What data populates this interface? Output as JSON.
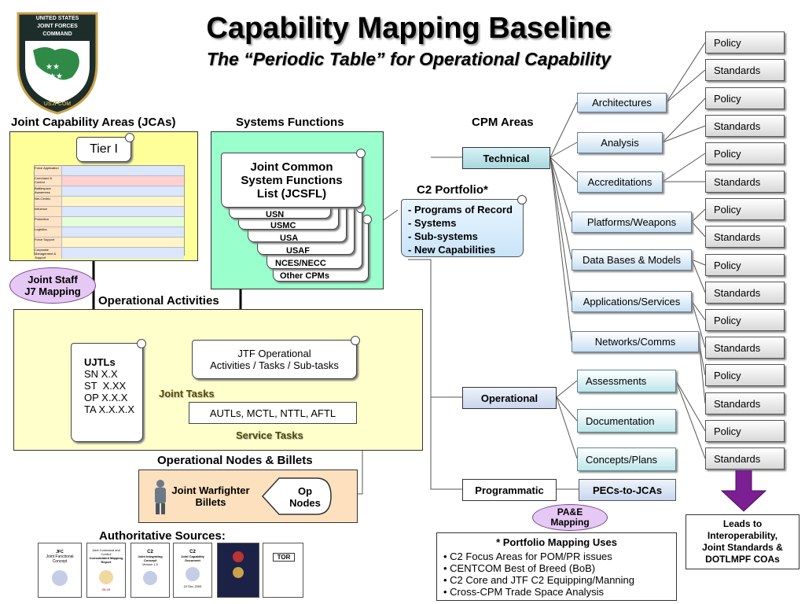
{
  "title": "Capability Mapping Baseline",
  "subtitle": "The “Periodic Table” for Operational Capability",
  "logo": {
    "line1": "UNITED STATES",
    "line2": "JOINT FORCES",
    "line3": "COMMAND",
    "bottom": "USJFCOM"
  },
  "jca": {
    "header": "Joint Capability Areas (JCAs)",
    "tier": "Tier I",
    "rows": [
      "Force Application",
      "Command & Control",
      "Battlespace Awareness",
      "Net-Centric",
      "Influence",
      "Protection",
      "Logistics",
      "Force Support",
      "Corporate Management & Support"
    ]
  },
  "j7": {
    "line1": "Joint Staff",
    "line2": "J7 Mapping"
  },
  "sysfunc": {
    "header": "Systems Functions",
    "scroll1": "Joint Common",
    "scroll2": "System Functions",
    "scroll3": "List (JCSFL)",
    "services": [
      "USN",
      "USMC",
      "USA",
      "USAF",
      "NCES/NECC",
      "Other CPMs"
    ]
  },
  "oa": {
    "header": "Operational Activities",
    "ujtl_title": "UJTLs",
    "ujtl_items": [
      "SN X.X",
      "ST  X.XX",
      "OP X.X.X",
      "TA X.X.X.X"
    ],
    "jtf1": "JTF Operational",
    "jtf2": "Activities / Tasks / Sub-tasks",
    "joint_tasks": "Joint Tasks",
    "autls": "AUTLs, MCTL, NTTL, AFTL",
    "service_tasks": "Service Tasks"
  },
  "onb": {
    "header": "Operational Nodes & Billets",
    "jwb1": "Joint Warfighter",
    "jwb2": "Billets",
    "op1": "Op",
    "op2": "Nodes"
  },
  "auth": {
    "header": "Authoritative Sources:",
    "docs": [
      {
        "t1": "JFC",
        "t2": "Joint Functional Concept",
        "b": ""
      },
      {
        "t1": "Joint Command and Control",
        "t2": "Consolidated Mapping Report",
        "b": "08-09"
      },
      {
        "t1": "C2",
        "t2": "Joint Integrating Concept",
        "b": "Version 1.0"
      },
      {
        "t1": "C2",
        "t2": "Joint Capability Document",
        "b": "22 Dec 2005"
      },
      {
        "t1": "",
        "t2": "",
        "b": ""
      },
      {
        "t1": "TOR",
        "t2": "",
        "b": ""
      }
    ]
  },
  "cpm": {
    "header": "CPM Areas",
    "technical": "Technical",
    "operational": "Operational",
    "programmatic": "Programmatic"
  },
  "c2": {
    "header": "C2 Portfolio*",
    "items": [
      "- Programs of Record",
      "- Systems",
      "- Sub-systems",
      "- New Capabilities"
    ]
  },
  "tech_items": [
    "Architectures",
    "Analysis",
    "Accreditations",
    "Platforms/Weapons",
    "Data Bases & Models",
    "Applications/Services",
    "Networks/Comms"
  ],
  "op_items": [
    "Assessments",
    "Documentation",
    "Concepts/Plans"
  ],
  "pecs": "PECs-to-JCAs",
  "pae": {
    "line1": "PA&E",
    "line2": "Mapping"
  },
  "right_col": [
    "Policy",
    "Standards",
    "Policy",
    "Standards",
    "Policy",
    "Standards",
    "Policy",
    "Standards",
    "Policy",
    "Standards",
    "Policy",
    "Standards",
    "Policy",
    "Standards",
    "Policy",
    "Standards"
  ],
  "leads": {
    "l1": "Leads to",
    "l2": "Interoperability,",
    "l3": "Joint Standards &",
    "l4": "DOTLMPF COAs"
  },
  "portfolio_uses": {
    "title": "* Portfolio Mapping Uses",
    "items": [
      "• C2 Focus Areas for POM/PR issues",
      "• CENTCOM Best of Breed (BoB)",
      "• C2 Core and JTF C2 Equipping/Manning",
      "• Cross-CPM Trade Space Analysis"
    ]
  },
  "colors": {
    "jca_bg": "#ffff99",
    "sys_bg": "#99ffcc",
    "oa_bg": "#ffffcc",
    "onb_bg": "#fde0bd",
    "j7_bg": "#e6c8f4",
    "arrow": "#7b1f93"
  }
}
